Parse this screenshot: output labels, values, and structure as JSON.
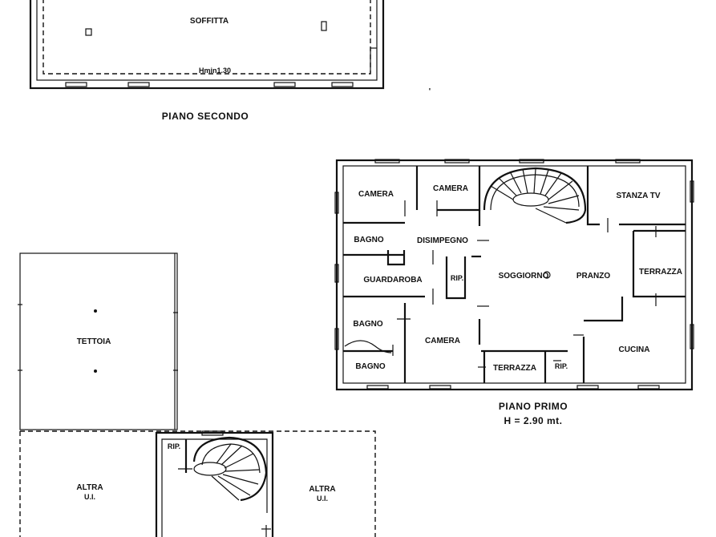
{
  "floors": {
    "second": {
      "caption": "PIANO SECONDO",
      "rooms": {
        "soffitta": "SOFFITTA"
      },
      "height_note": "Hmin1.30"
    },
    "first": {
      "caption": "PIANO PRIMO",
      "height": "H = 2.90 mt.",
      "rooms": {
        "camera_1": "CAMERA",
        "camera_2": "CAMERA",
        "stanza_tv": "STANZA TV",
        "bagno_1": "BAGNO",
        "disimpegno": "DISIMPEGNO",
        "guardaroba": "GUARDAROBA",
        "rip_1": "RIP.",
        "soggiorno": "SOGGIORNO",
        "pranzo": "PRANZO",
        "terrazza_1": "TERRAZZA",
        "bagno_2": "BAGNO",
        "camera_3": "CAMERA",
        "bagno_3": "BAGNO",
        "terrazza_2": "TERRAZZA",
        "rip_2": "RIP.",
        "cucina": "CUCINA"
      }
    },
    "ground": {
      "rooms": {
        "tettoia": "TETTOIA",
        "altra_left": "ALTRA",
        "altra_left_ui": "U.I.",
        "altra_right": "ALTRA",
        "altra_right_ui": "U.I.",
        "rip": "RIP."
      }
    }
  }
}
